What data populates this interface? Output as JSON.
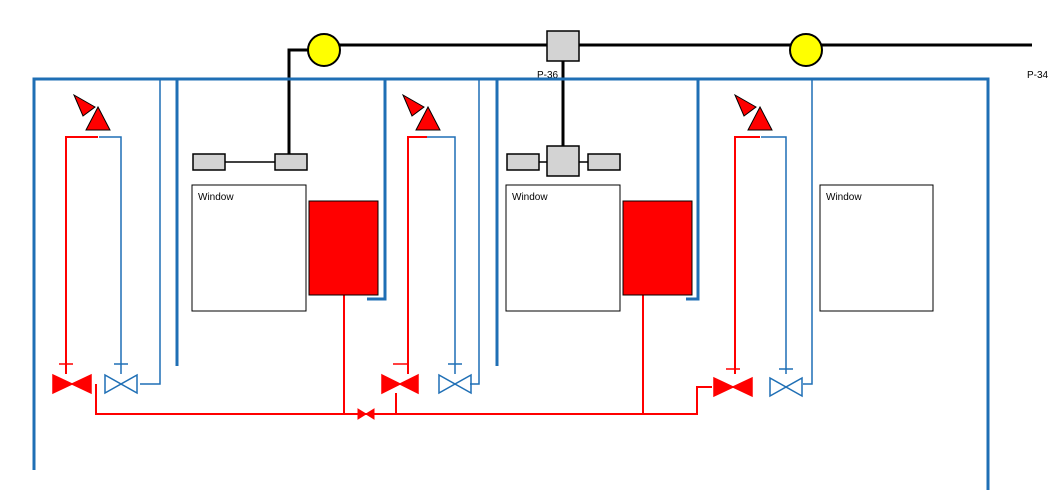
{
  "labels": {
    "junction_label": "P-36",
    "line_end_label": "P-34",
    "window_label": "Window"
  },
  "colors": {
    "cold_line": "#1f6fb5",
    "hot_line": "#ff0000",
    "radiator_fill": "#ff0000",
    "pump_fill": "#ffff00",
    "fitting_fill": "#d3d3d3",
    "main_line": "#000000"
  },
  "components": {
    "windows": 3,
    "radiators": 2,
    "pumps": 2,
    "sprinkler_heads": 3
  }
}
